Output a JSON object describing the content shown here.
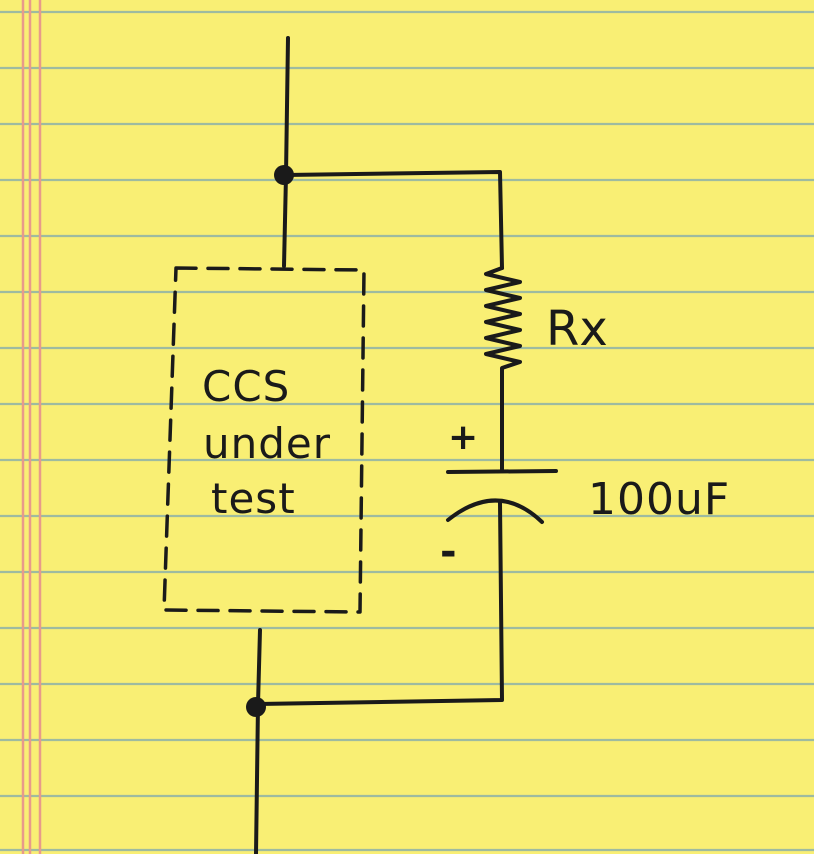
{
  "diagram": {
    "box_lines": [
      "CCS",
      "under",
      "test"
    ],
    "resistor_label": "Rx",
    "capacitor_label": "100uF",
    "plus_sign": "+",
    "minus_sign": "-"
  },
  "colors": {
    "paper": "#f9ef74",
    "rule_line": "#9ebba0",
    "margin_line": "#e89a8a",
    "ink": "#1a1a1a"
  }
}
